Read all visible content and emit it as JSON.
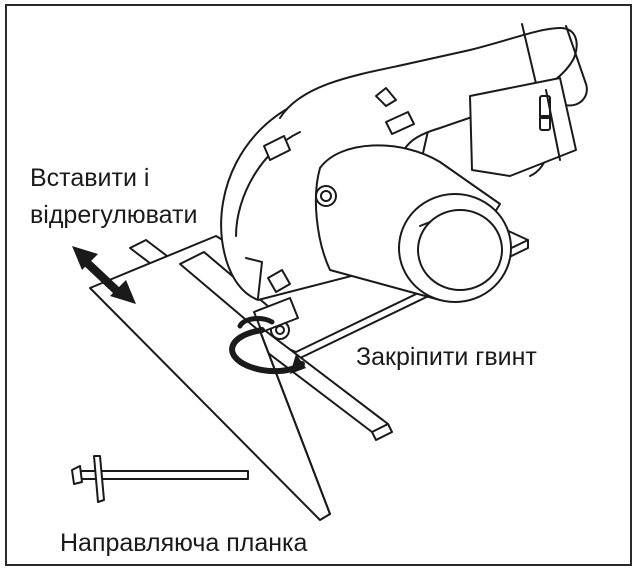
{
  "labels": {
    "insert_adjust_line1": "Вставити і",
    "insert_adjust_line2": "відрегулювати",
    "tighten_screw": "Закріпити гвинт",
    "guide_rule": "Направляюча планка"
  },
  "colors": {
    "ink": "#1a1a1a",
    "frame": "#2a2a2a",
    "background": "#ffffff"
  },
  "icons": [
    "double-arrow-icon",
    "rotation-arrow-icon",
    "hex-wrench-icon"
  ]
}
